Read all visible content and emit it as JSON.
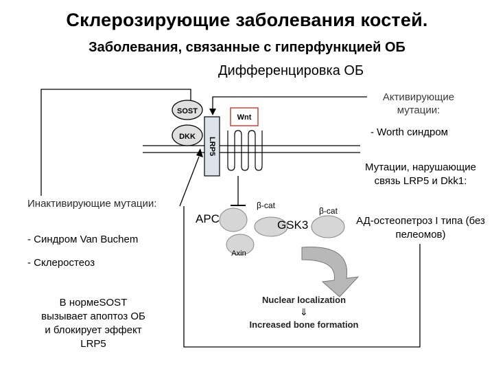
{
  "title": "Склерозирующие заболевания костей.",
  "subtitle": "Заболевания, связанные с гиперфункцией ОБ",
  "differentiation": "Дифференцировка ОБ",
  "activating": {
    "heading": "Активирующие мутации:",
    "items": [
      "- Worth синдром"
    ]
  },
  "lrp5_mutations": {
    "heading": "Мутации, нарушающие связь LRP5 и Dkk1:",
    "items": [
      "АД-остеопетроз I типа (без пелеомов)"
    ]
  },
  "inactivating": {
    "heading": "Инактивирующие мутации:",
    "items": [
      "- Синдром Van Buchem",
      "- Склеростеоз"
    ]
  },
  "normal_note": "В нормеSOST вызывает апоптоз ОБ и блокирует эффект LRP5",
  "figure": {
    "sost": "SOST",
    "dkk": "DKK",
    "lrp5": "LRP5",
    "wnt": "Wnt",
    "apc": "APC",
    "gsk3": "GSK3",
    "axin": "Axin",
    "bcat1": "β-cat",
    "bcat2": "β-cat",
    "nuclear": "Nuclear localization",
    "arrow": "⇓",
    "increased": "Increased bone formation"
  },
  "colors": {
    "wnt_outline": "#c0392b",
    "lrp5_fill": "#dde3ea",
    "shape_fill": "#d6d6d6",
    "line": "#000000"
  }
}
